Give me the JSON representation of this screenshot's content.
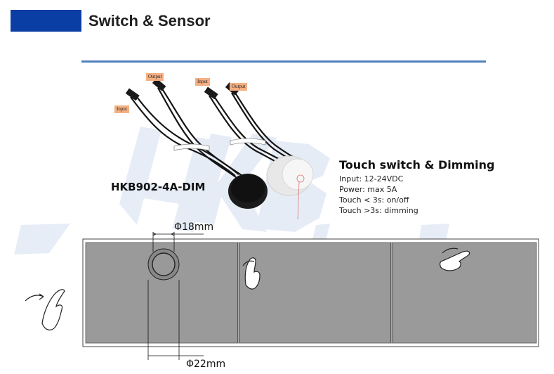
{
  "header": {
    "title": "Switch & Sensor"
  },
  "wires": {
    "tag_output_1": "Output",
    "tag_input_1": "Input",
    "tag_input_2": "Input",
    "tag_output_2": "Output"
  },
  "product": {
    "model": "HKB902-4A-DIM",
    "feature_title": "Touch switch & Dimming",
    "specs": [
      "Input: 12-24VDC",
      "Power: max 5A",
      "Touch < 3s: on/off",
      "Touch >3s: dimming"
    ]
  },
  "drawing": {
    "top_dimension": "Φ18mm",
    "bottom_dimension": "Φ22mm"
  },
  "watermark": "HKB",
  "colors": {
    "accent_block": "#0b3ea5",
    "rule": "#4f81bd",
    "tag_bg": "#f4b083"
  }
}
